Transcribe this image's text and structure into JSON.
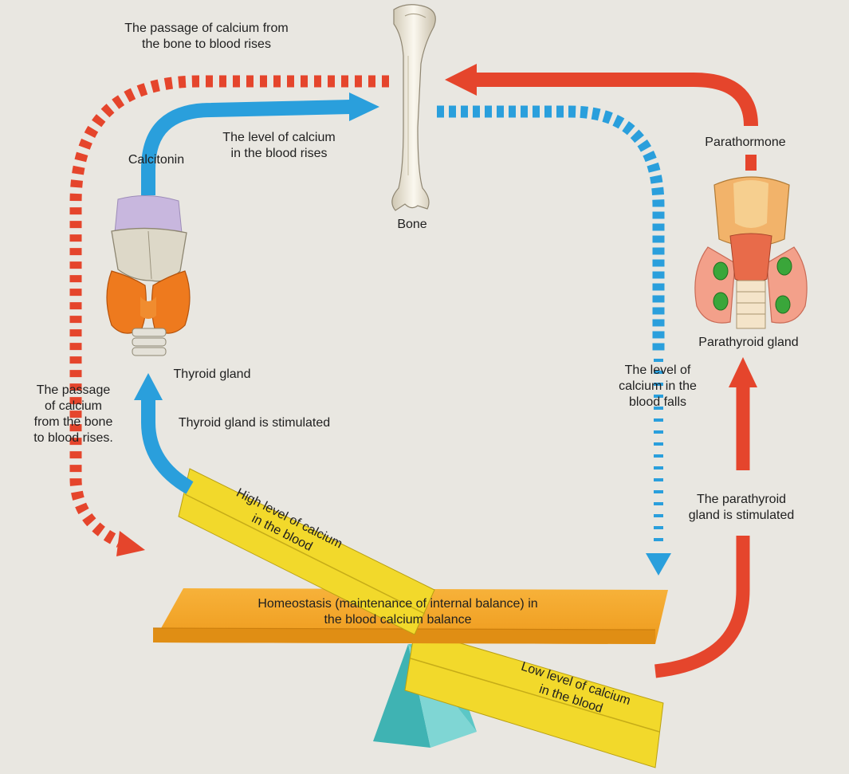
{
  "colors": {
    "background": "#e9e7e1",
    "calcitonin_path": "#2a9fdc",
    "parathormone_path": "#e5452c",
    "high_board": "#f2d92b",
    "low_board": "#f2d92b",
    "balance_beam": "#f5a623",
    "fulcrum": "#52c2c2"
  },
  "icons": {
    "bone": "bone-icon",
    "thyroid": "thyroid-gland-icon",
    "parathyroid": "parathyroid-gland-icon"
  },
  "labels": {
    "passage_top": "The passage of calcium from\nthe bone to blood rises",
    "passage_left": "The passage\nof calcium\nfrom the bone\nto blood rises.",
    "level_rises": "The level of calcium\nin the blood rises",
    "calcitonin": "Calcitonin",
    "bone": "Bone",
    "parathormone": "Parathormone",
    "parathyroid_gland": "Parathyroid gland",
    "thyroid_gland": "Thyroid gland",
    "thyroid_stimulated": "Thyroid gland is stimulated",
    "level_falls": "The level of\ncalcium in the\nblood falls",
    "parathyroid_stimulated": "The parathyroid\ngland is stimulated",
    "homeostasis": "Homeostasis (maintenance of internal balance) in\nthe blood calcium balance",
    "high_level": "High level of calcium\nin the blood",
    "low_level": "Low level of calcium\nin the blood"
  }
}
